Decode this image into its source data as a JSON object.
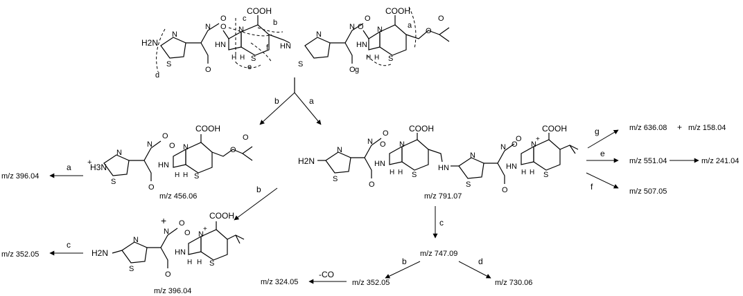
{
  "atoms": {
    "cooh": "COOH",
    "nh": "HN",
    "nh2": "H2N",
    "nh3": "H3N",
    "n": "N",
    "s": "S",
    "o": "O",
    "h": "H",
    "plus": "+"
  },
  "cut_labels": {
    "a": "a",
    "b": "b",
    "c": "c",
    "d": "d",
    "e": "e",
    "f": "f",
    "g": "g"
  },
  "arrow_labels": {
    "to_456": "b",
    "to_791": "a",
    "456_to_396a": "a",
    "456_to_396b": "b",
    "396b_to_352": "c",
    "791_to_747": "c",
    "747_to_352": "b",
    "747_to_730": "d",
    "352_to_324": "-CO",
    "791_to_636": "g",
    "791_to_551": "e",
    "791_to_507": "f"
  },
  "ions": {
    "mz_456": "m/z 456.06",
    "mz_396_top": "m/z 396.04",
    "mz_396_bottom": "m/z 396.04",
    "mz_352_left": "m/z 352.05",
    "mz_791": "m/z 791.07",
    "mz_747": "m/z 747.09",
    "mz_352_mid": "m/z 352.05",
    "mz_324": "m/z 324.05",
    "mz_730": "m/z 730.06",
    "mz_636": "m/z 636.08",
    "mz_158": "m/z 158.04",
    "plus_sign": "+",
    "mz_551": "m/z 551.04",
    "mz_241": "m/z 241.04",
    "mz_507": "m/z 507.05"
  }
}
